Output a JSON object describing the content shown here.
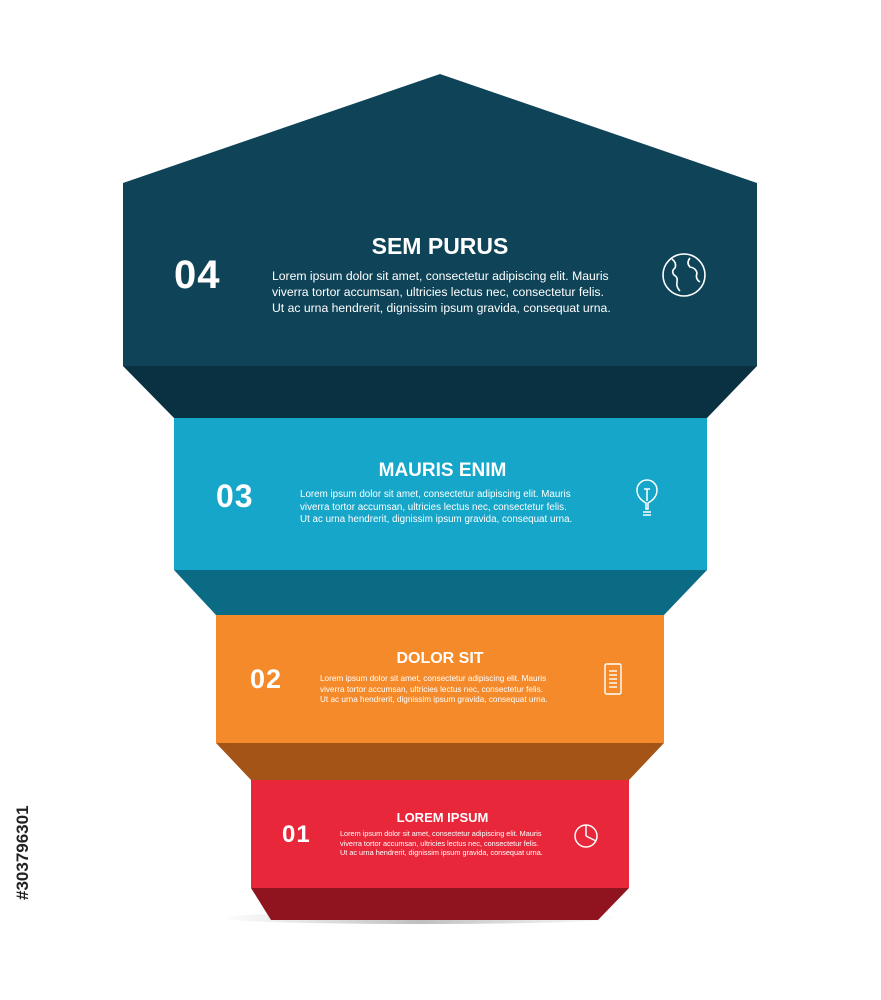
{
  "colors": {
    "step4": "#0f4458",
    "step4_fold": "#0a3142",
    "step3": "#15a6c9",
    "step3_fold": "#0b6a84",
    "step2": "#f58a2b",
    "step2_fold": "#a35416",
    "step1": "#e8283a",
    "step1_fold": "#8f1420",
    "text": "#ffffff"
  },
  "steps": [
    {
      "number": "04",
      "title": "SEM PURUS",
      "text": "Lorem ipsum dolor sit amet, consectetur adipiscing elit. Mauris\nviverra tortor accumsan, ultricies lectus nec, consectetur felis.\nUt ac urna hendrerit, dignissim ipsum gravida, consequat urna.",
      "icon": "globe-icon"
    },
    {
      "number": "03",
      "title": "MAURIS ENIM",
      "text": "Lorem ipsum dolor sit amet, consectetur adipiscing elit. Mauris\nviverra tortor accumsan, ultricies lectus nec, consectetur felis.\nUt ac urna hendrerit, dignissim ipsum gravida, consequat urna.",
      "icon": "lightbulb-icon"
    },
    {
      "number": "02",
      "title": "DOLOR SIT",
      "text": "Lorem ipsum dolor sit amet, consectetur adipiscing elit. Mauris\nviverra tortor accumsan, ultricies lectus nec, consectetur felis.\nUt ac urna hendrerit, dignissim ipsum gravida, consequat urna.",
      "icon": "document-icon"
    },
    {
      "number": "01",
      "title": "LOREM IPSUM",
      "text": "Lorem ipsum dolor sit amet, consectetur adipiscing elit. Mauris\nviverra tortor accumsan, ultricies lectus nec, consectetur felis.\nUt ac urna hendrerit, dignissim ipsum gravida, consequat urna.",
      "icon": "pie-chart-icon"
    }
  ],
  "watermark": {
    "stock_id": "#303796301"
  }
}
